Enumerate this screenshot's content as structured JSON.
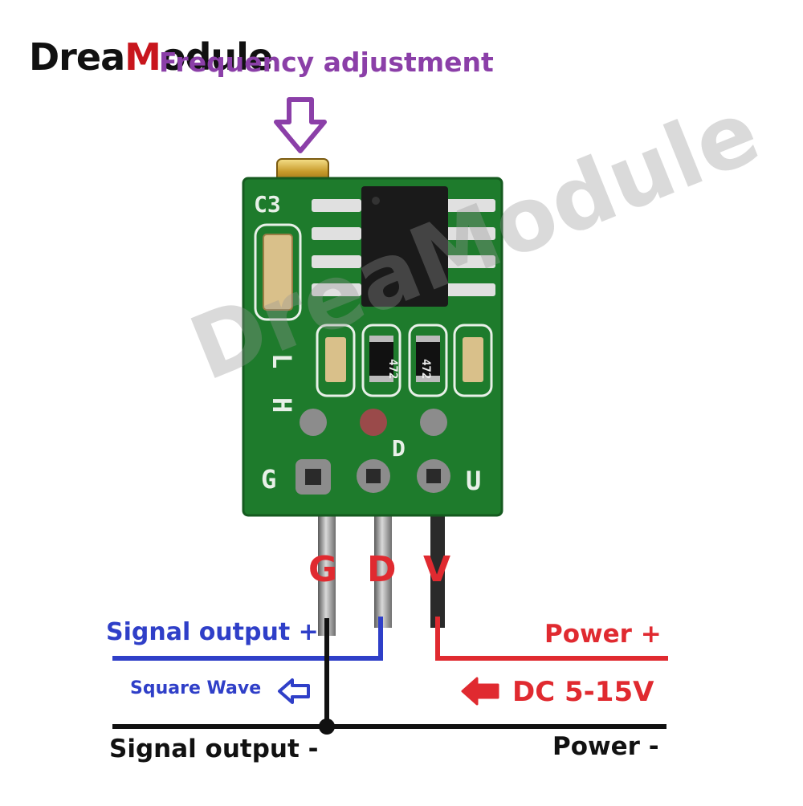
{
  "brand": {
    "prefix": "Drea",
    "middle": "M",
    "suffix": "odule"
  },
  "watermark": "DreaModule",
  "labels": {
    "frequency_adjustment": "Frequency adjustment",
    "signal_output_plus": "Signal output +",
    "square_wave": "Square Wave",
    "power_plus": "Power +",
    "dc_range": "DC 5-15V",
    "signal_output_minus": "Signal output -",
    "power_minus": "Power -"
  },
  "pins": {
    "g": "G",
    "d": "D",
    "v": "V"
  },
  "silkscreen": {
    "c3": "C3",
    "l": "L",
    "h": "H",
    "g": "G",
    "d": "D",
    "v": "U",
    "r1": "472",
    "r2": "472"
  },
  "colors": {
    "purple": "#8b3fa8",
    "blue": "#2f3fc8",
    "red": "#e02a30",
    "black": "#111111",
    "pcb": "#1e7b2c"
  }
}
